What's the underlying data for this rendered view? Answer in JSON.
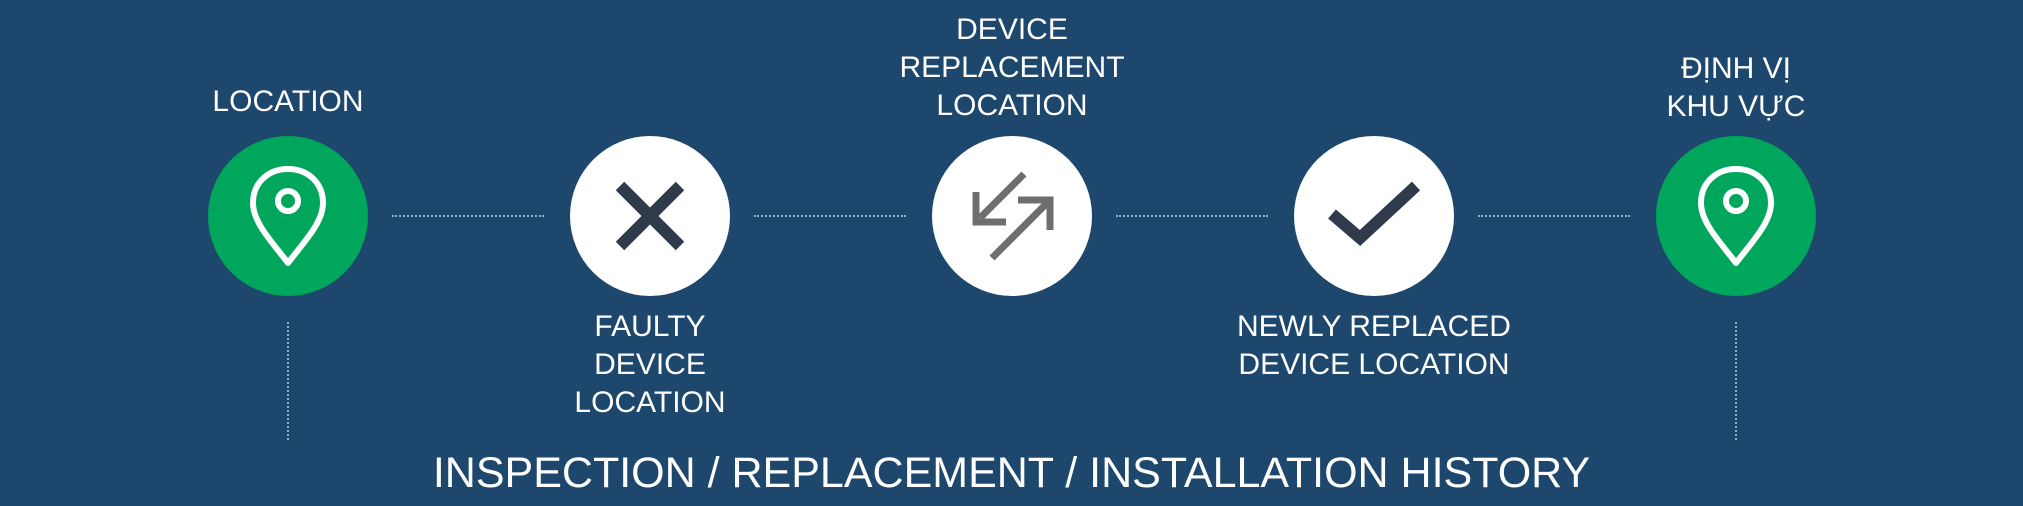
{
  "steps": [
    {
      "label_lines": [
        "LOCATION"
      ],
      "icon": "map-pin-icon",
      "color": "#00a65c"
    },
    {
      "label_lines": [
        "FAULTY",
        "DEVICE",
        "LOCATION"
      ],
      "icon": "close-icon",
      "color": "#ffffff"
    },
    {
      "label_lines": [
        "DEVICE",
        "REPLACEMENT",
        "LOCATION"
      ],
      "icon": "swap-arrows-icon",
      "color": "#ffffff"
    },
    {
      "label_lines": [
        "NEWLY REPLACED",
        "DEVICE LOCATION"
      ],
      "icon": "checkmark-icon",
      "color": "#ffffff"
    },
    {
      "label_lines": [
        "ĐỊNH VỊ",
        "KHU VỰC"
      ],
      "icon": "map-pin-icon",
      "color": "#00a65c"
    }
  ],
  "footer_title": "INSPECTION / REPLACEMENT / INSTALLATION HISTORY",
  "colors": {
    "background": "#1d476c",
    "accent": "#00a65c",
    "icon_dark": "#2f3b4a",
    "icon_gray": "#6e6e6e"
  }
}
